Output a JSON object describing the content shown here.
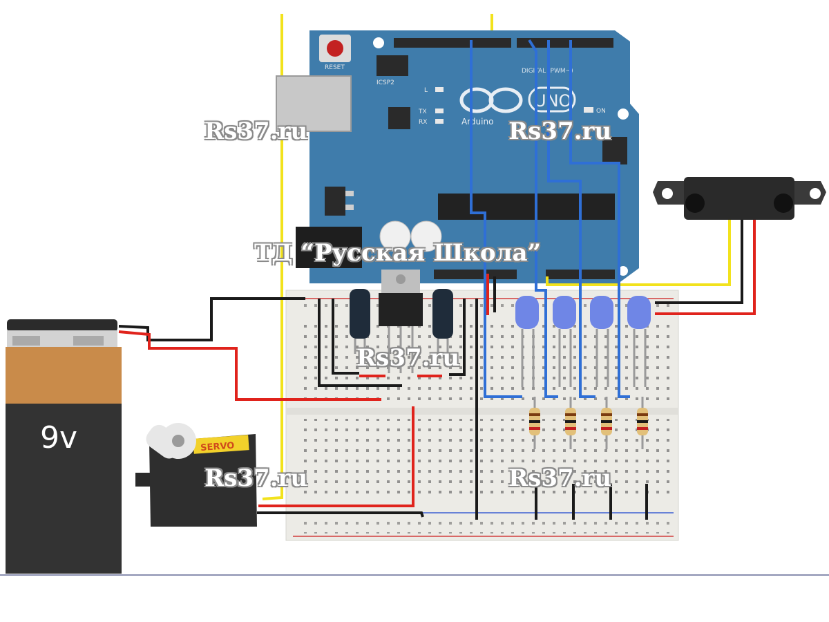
{
  "battery": {
    "label": "9v"
  },
  "servo": {
    "label": "SERVO"
  },
  "arduino": {
    "reset_label": "RESET",
    "icsp_label": "ICSP2",
    "l_label": "L",
    "tx_label": "TX",
    "rx_label": "RX",
    "on_label": "ON",
    "logo_text": "UNO",
    "brand_text": "Arduino",
    "digital_label": "DIGITAL (PWM~)"
  },
  "watermarks": {
    "site": "Rs37.ru",
    "shop": "ТД “Русская Школа”"
  },
  "colors": {
    "board": "#3f7cab",
    "wire_yellow": "#f5e52a",
    "wire_red": "#e0231c",
    "wire_black": "#1a1a1a",
    "wire_blue": "#2f6fd6",
    "led": "#6f86e6",
    "battery_top": "#c98b4a",
    "battery_body": "#333333",
    "breadboard": "#ecebe6"
  }
}
